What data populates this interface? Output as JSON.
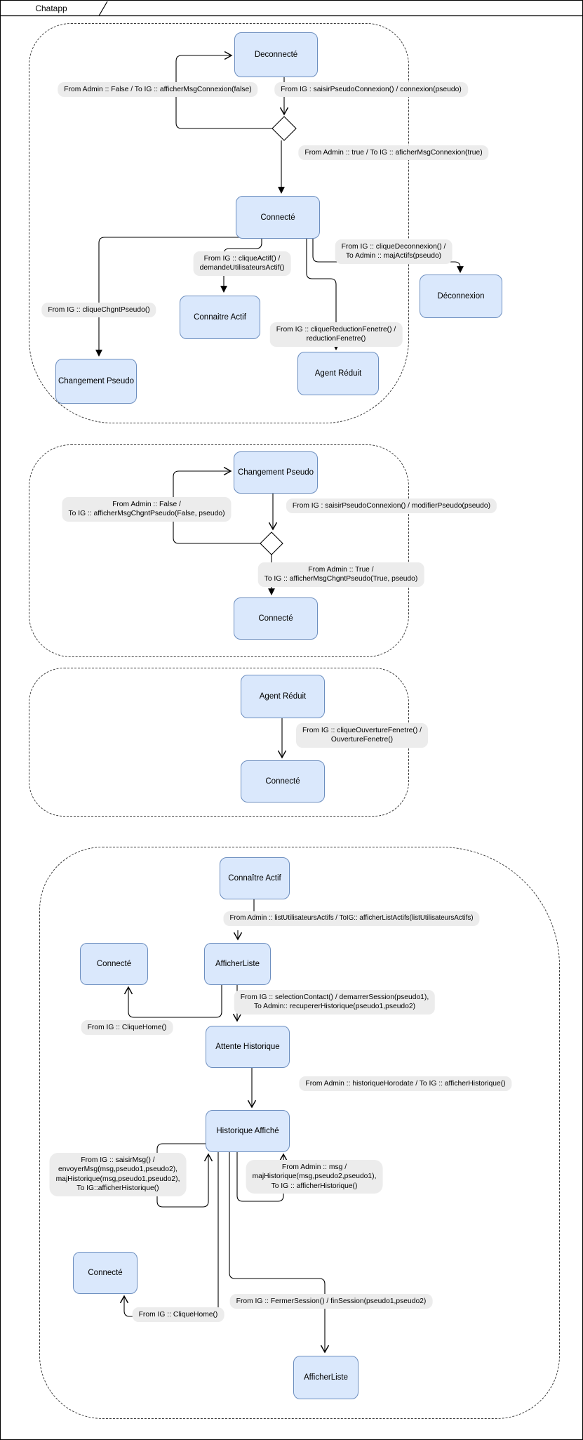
{
  "page": {
    "tab_label": "Chatapp"
  },
  "colors": {
    "state_fill": "#dae8fc",
    "state_border": "#6c8ebf",
    "label_bg": "#ececec",
    "line": "#000000"
  },
  "sections": [
    {
      "name": "connexion",
      "states": {
        "deconnecte": "Deconnecté",
        "connecte": "Connecté",
        "connaitre_actif": "Connaitre Actif",
        "deconnexion": "Déconnexion",
        "changement_pseudo": "Changement Pseudo",
        "agent_reduit": "Agent Réduit"
      },
      "transitions": {
        "echec_connexion": {
          "lines": [
            "From Admin :: False  / To IG :: afficherMsgConnexion(false)"
          ]
        },
        "saisir_pseudo": {
          "lines": [
            "From IG : saisirPseudoConnexion() / connexion(pseudo)"
          ]
        },
        "connexion_ok": {
          "lines": [
            "From Admin :: true  / To IG :: aficherMsgConnexion(true)"
          ]
        },
        "clique_actif": {
          "lines": [
            "From IG :: cliqueActif() /",
            "demandeUtilisateursActif()"
          ]
        },
        "clique_deconnexion": {
          "lines": [
            "From IG :: cliqueDeconnexion() /",
            "To Admin :: majActifs(pseudo)"
          ]
        },
        "clique_chgnt_pseudo": {
          "lines": [
            "From IG :: cliqueChgntPseudo()"
          ]
        },
        "clique_reduction": {
          "lines": [
            "From IG :: cliqueReductionFenetre() /",
            "reductionFenetre()"
          ]
        }
      }
    },
    {
      "name": "changement_pseudo",
      "states": {
        "changement_pseudo": "Changement Pseudo",
        "connecte": "Connecté"
      },
      "transitions": {
        "echec": {
          "lines": [
            "From Admin :: False /",
            "To IG :: afficherMsgChgntPseudo(False, pseudo)"
          ]
        },
        "saisir": {
          "lines": [
            "From IG : saisirPseudoConnexion() / modifierPseudo(pseudo)"
          ]
        },
        "succes": {
          "lines": [
            "From Admin :: True /",
            "To IG :: afficherMsgChgntPseudo(True, pseudo)"
          ]
        }
      }
    },
    {
      "name": "agent_reduit",
      "states": {
        "agent_reduit": "Agent Réduit",
        "connecte": "Connecté"
      },
      "transitions": {
        "ouverture": {
          "lines": [
            "From IG :: cliqueOuvertureFenetre() /",
            "OuvertureFenetre()"
          ]
        }
      }
    },
    {
      "name": "session",
      "states": {
        "connaitre_actif": "Connaître Actif",
        "connecte": "Connecté",
        "afficher_liste": "AfficherListe",
        "attente_historique": "Attente Historique",
        "historique_affiche": "Historique Affiché",
        "connecte2": "Connecté",
        "afficher_liste2": "AfficherListe"
      },
      "transitions": {
        "liste_actifs": {
          "lines": [
            "From Admin :: listUtilisateursActifs / ToIG:: afficherListActifs(listUtilisateursActifs)"
          ]
        },
        "selection_contact": {
          "lines": [
            "From IG :: selectionContact() / demarrerSession(pseudo1),",
            "To Admin:: recupererHistorique(pseudo1,pseudo2)"
          ]
        },
        "clique_home1": {
          "lines": [
            "From IG :: CliqueHome()"
          ]
        },
        "historique_horodate": {
          "lines": [
            "From Admin :: historiqueHorodate / To IG :: afficherHistorique()"
          ]
        },
        "saisir_msg": {
          "lines": [
            "From IG :: saisirMsg() /",
            "envoyerMsg(msg,pseudo1,pseudo2),",
            "majHistorique(msg,pseudo1,pseudo2),",
            "To IG::afficherHistorique()"
          ]
        },
        "recevoir_msg": {
          "lines": [
            "From Admin :: msg /",
            "majHistorique(msg,pseudo2,pseudo1),",
            "To IG :: afficherHistorique()"
          ]
        },
        "clique_home2": {
          "lines": [
            "From IG :: CliqueHome()"
          ]
        },
        "fermer_session": {
          "lines": [
            "From IG :: FermerSession() / finSession(pseudo1,pseudo2)"
          ]
        }
      }
    }
  ]
}
